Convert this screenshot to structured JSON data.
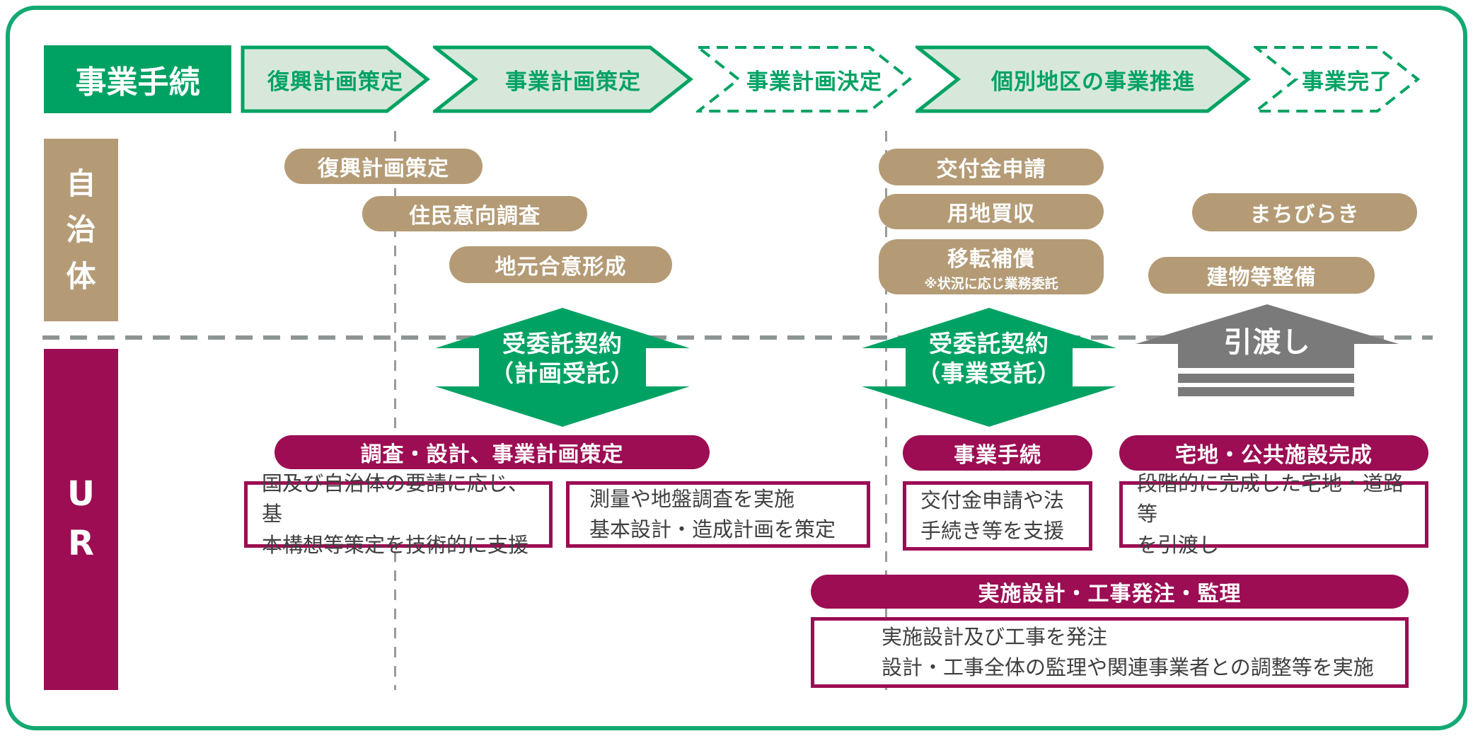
{
  "colors": {
    "green": "#00a263",
    "green-light": "#d7e8da",
    "frame": "#14a873",
    "tan": "#b49b76",
    "maroon": "#9c0d53",
    "gray": "#7a7a7a",
    "dash": "#8e9494",
    "text": "#3f3f3f"
  },
  "header": {
    "title": "事業手続",
    "steps": [
      {
        "label": "復興計画策定",
        "style": "solid"
      },
      {
        "label": "事業計画策定",
        "style": "solid"
      },
      {
        "label": "事業計画決定",
        "style": "dashed"
      },
      {
        "label": "個別地区の事業推進",
        "style": "solid"
      },
      {
        "label": "事業完了",
        "style": "dashed"
      }
    ]
  },
  "lanes": {
    "government": "自\n治\n体",
    "ur": "U\nR"
  },
  "government_tasks": {
    "fukkou": "復興計画策定",
    "ikou": "住民意向調査",
    "goui": "地元合意形成",
    "koufukin": "交付金申請",
    "youchi": "用地買収",
    "iten": "移転補償",
    "iten_note": "※状況に応じ業務委託",
    "machibiraki": "まちびらき",
    "tatemono": "建物等整備"
  },
  "arrows": {
    "contract_plan": "受委託契約\n（計画受託）",
    "contract_business": "受委託契約\n（事業受託）",
    "handover": "引渡し"
  },
  "ur_section": {
    "pills": {
      "chousa": "調査・設計、事業計画策定",
      "tetsuzuki": "事業手続",
      "takuchi": "宅地・公共施設完成",
      "jisshi": "実施設計・工事発注・監理"
    },
    "boxes": {
      "box1": "国及び自治体の要請に応じ、基\n本構想等策定を技術的に支援",
      "box2": "測量や地盤調査を実施\n基本設計・造成計画を策定",
      "box3": "交付金申請や法\n手続き等を支援",
      "box4": "段階的に完成した宅地・道路等\nを引渡し",
      "box5": "実施設計及び工事を発注\n設計・工事全体の監理や関連事業者との調整等を実施"
    }
  }
}
